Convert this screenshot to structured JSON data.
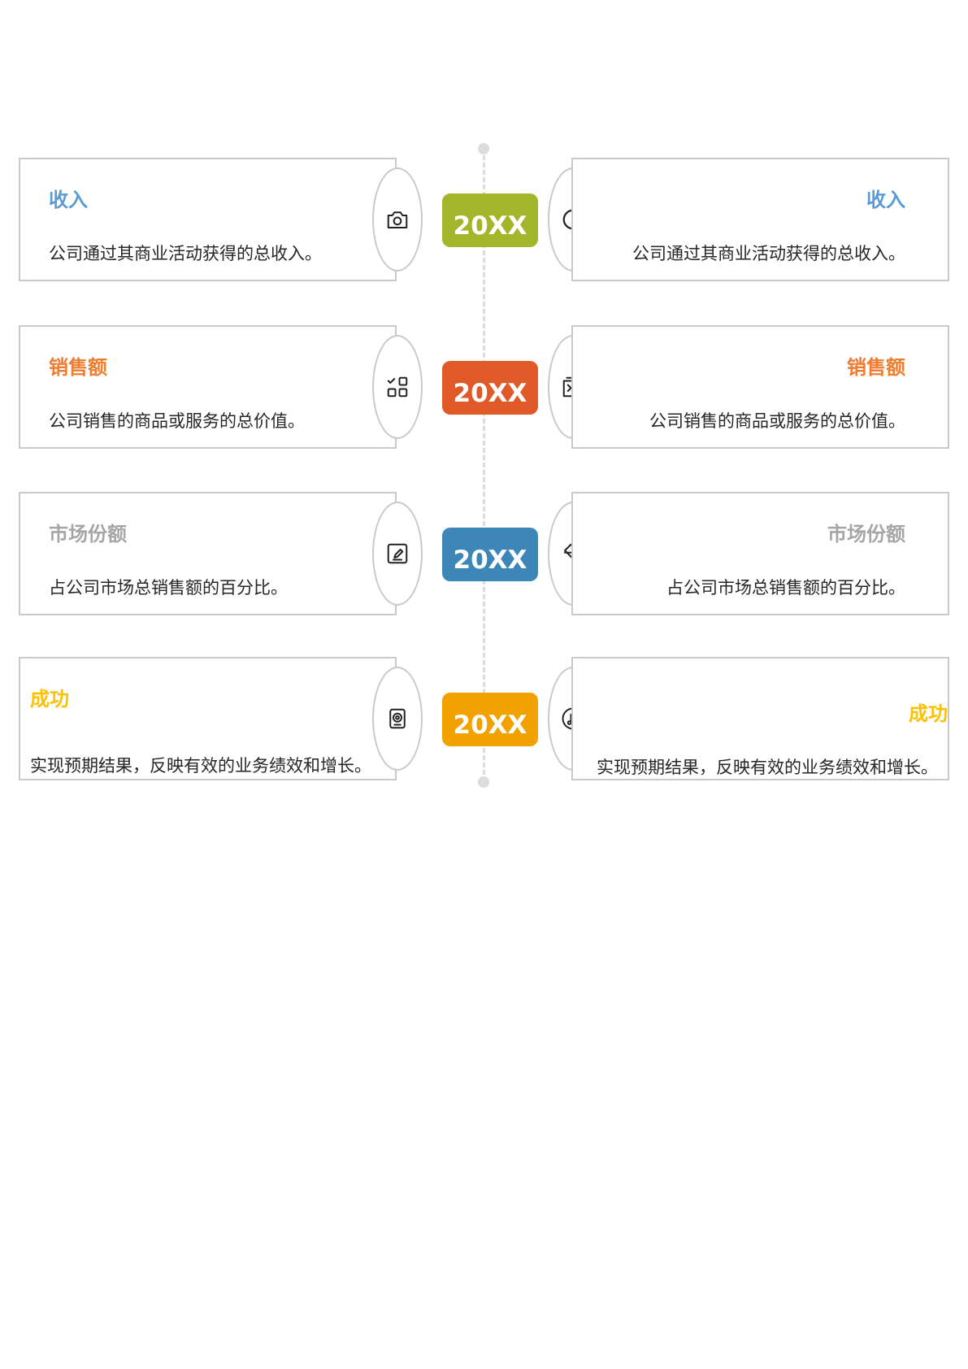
{
  "timeline": [
    {
      "year": "20XX",
      "color": "#a3b529",
      "title_color": "#5b9bd5",
      "left": {
        "title": "收入",
        "desc": "公司通过其商业活动获得的总收入。",
        "icon": "camera-icon"
      },
      "right": {
        "title": "收入",
        "desc": "公司通过其商业活动获得的总收入。",
        "icon": "clock-icon"
      }
    },
    {
      "year": "20XX",
      "color": "#e05a28",
      "title_color": "#ed7d31",
      "left": {
        "title": "销售额",
        "desc": "公司销售的商品或服务的总价值。",
        "icon": "grid-check-icon"
      },
      "right": {
        "title": "销售额",
        "desc": "公司销售的商品或服务的总价值。",
        "icon": "forward-square-icon"
      }
    },
    {
      "year": "20XX",
      "color": "#3c87b8",
      "title_color": "#a6a6a6",
      "left": {
        "title": "市场份额",
        "desc": "占公司市场总销售额的百分比。",
        "icon": "edit-square-icon"
      },
      "right": {
        "title": "市场份额",
        "desc": "占公司市场总销售额的百分比。",
        "icon": "paint-bucket-icon"
      }
    },
    {
      "year": "20XX",
      "color": "#f2a200",
      "title_color": "#ffc000",
      "left": {
        "title": "成功",
        "desc": "实现预期结果，反映有效的业务绩效和增长。",
        "icon": "speaker-icon"
      },
      "right": {
        "title": "成功",
        "desc": "实现预期结果，反映有效的业务绩效和增长。",
        "icon": "music-icon"
      }
    }
  ]
}
